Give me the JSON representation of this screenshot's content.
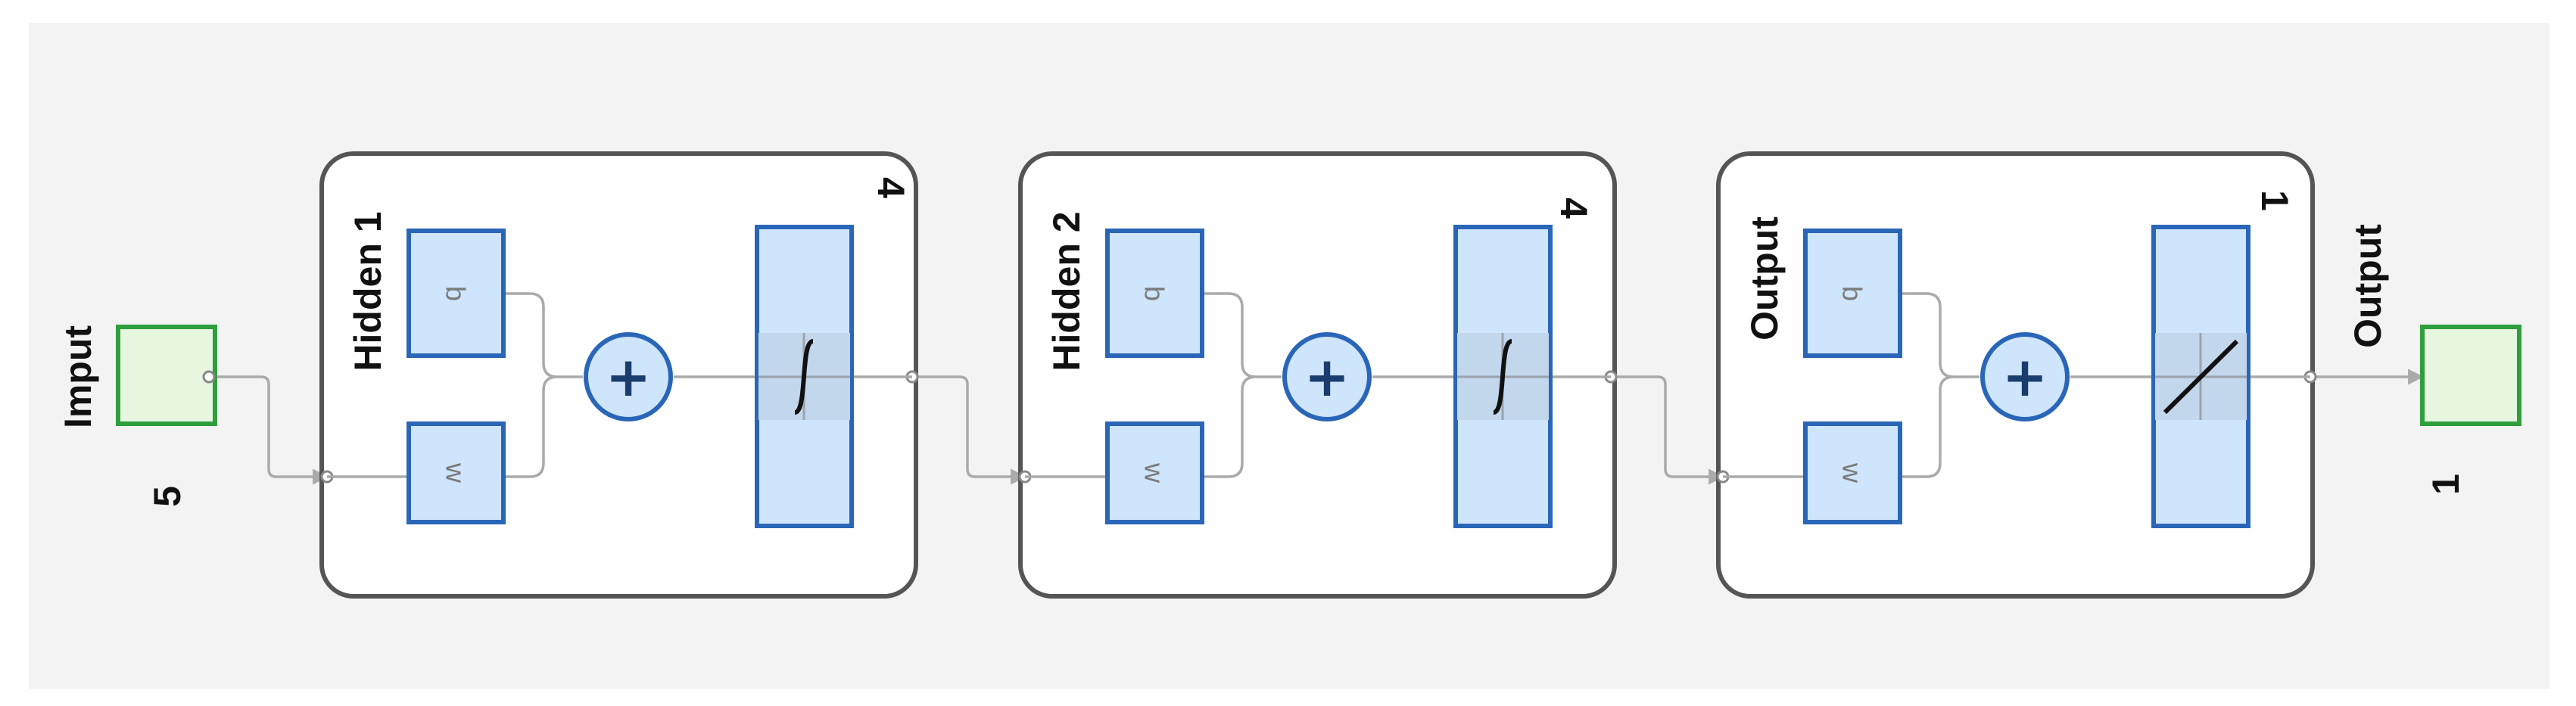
{
  "input": {
    "label": "Imput",
    "size": "5"
  },
  "layers": [
    {
      "name": "Hidden 1",
      "size": "4",
      "bias_label": "b",
      "weight_label": "w",
      "sum_symbol": "+",
      "transfer": "tansig"
    },
    {
      "name": "Hidden 2",
      "size": "4",
      "bias_label": "b",
      "weight_label": "w",
      "sum_symbol": "+",
      "transfer": "tansig"
    },
    {
      "name": "Output",
      "size": "1",
      "bias_label": "b",
      "weight_label": "w",
      "sum_symbol": "+",
      "transfer": "purelin"
    }
  ],
  "output": {
    "label": "Output",
    "size": "1"
  },
  "colors": {
    "background": "#f3f3f3",
    "node_fill": "#e6f6df",
    "node_border": "#2f9e3c",
    "block_fill": "#cfe5fb",
    "block_border": "#2a66b8",
    "layer_border": "#555555",
    "wire": "#aaaaaa"
  }
}
